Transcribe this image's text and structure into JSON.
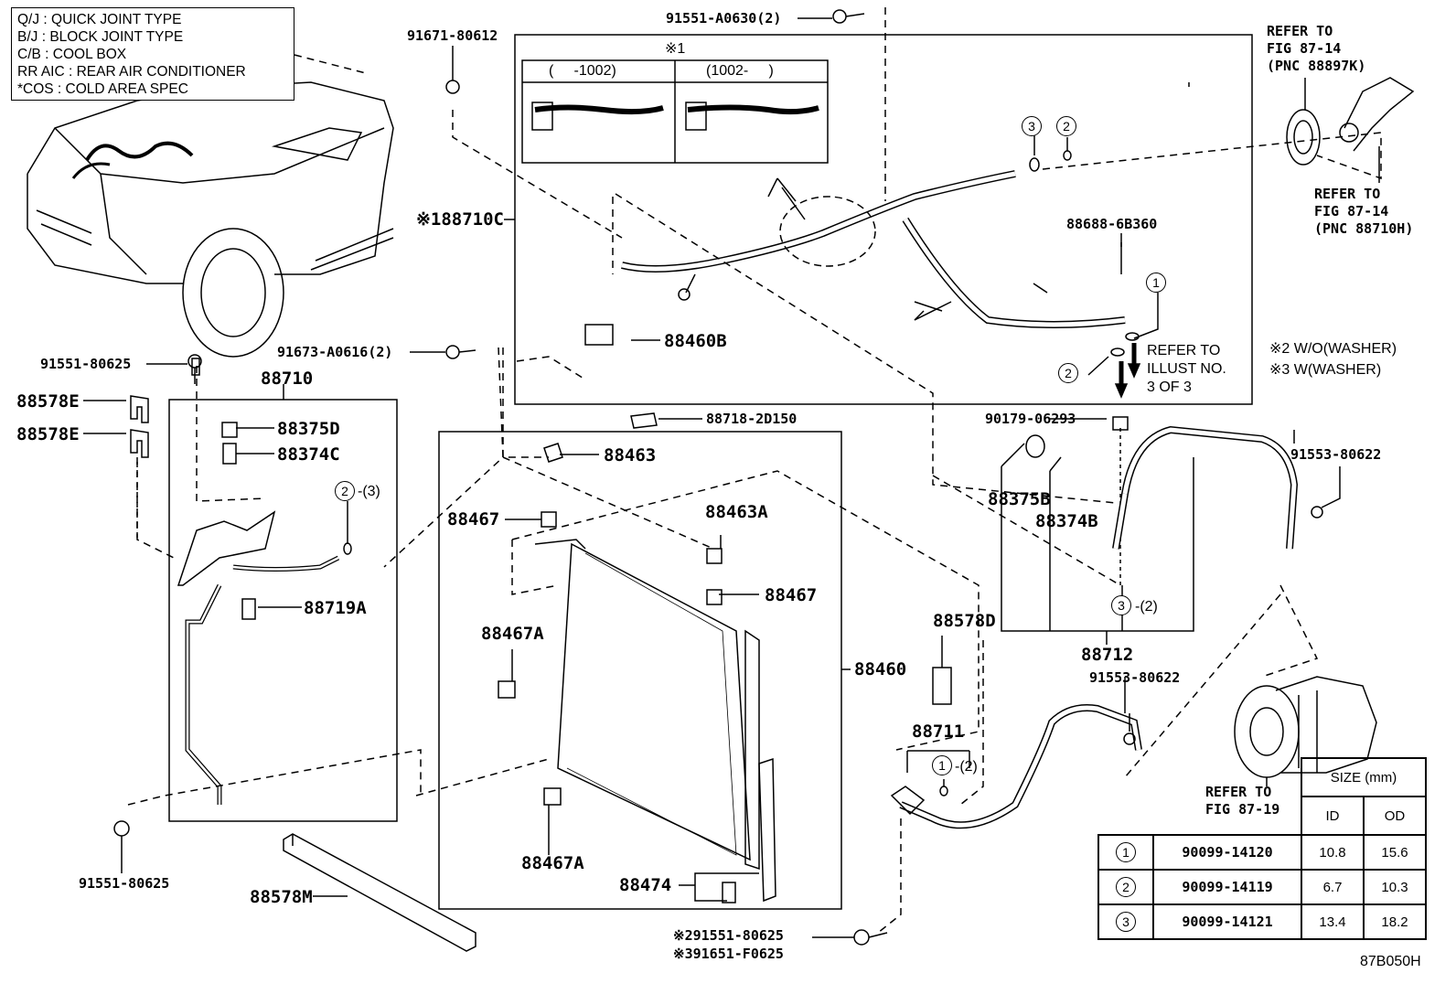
{
  "legend": {
    "lines": [
      "Q/J  :  QUICK JOINT TYPE",
      "B/J  :  BLOCK JOINT TYPE",
      "C/B  :  COOL BOX",
      "RR AIC  :  REAR AIR CONDITIONER",
      "*COS  :  COLD AREA SPEC"
    ]
  },
  "inset": {
    "note_mark": "※1",
    "col_left": "(     -1002)",
    "col_right": "(1002-     )"
  },
  "notes": {
    "note2": "※2 W/O(WASHER)",
    "note3": "※3 W(WASHER)",
    "refer_illust": [
      "REFER TO",
      "ILLUST NO.",
      "3 OF 3"
    ]
  },
  "references": {
    "ref_88897k": [
      "REFER TO",
      "FIG 87-14",
      "(PNC 88897K)"
    ],
    "ref_88710h": [
      "REFER TO",
      "FIG 87-14",
      "(PNC 88710H)"
    ],
    "ref_87_19": [
      "REFER TO",
      "FIG 87-19"
    ]
  },
  "parts": {
    "p91551_a0630": "91551-A0630(2)",
    "p91671_80612": "91671-80612",
    "p188710c": "※188710C",
    "p88460b": "88460B",
    "p88688_6b360": "88688-6B360",
    "p91551_80625_top": "91551-80625",
    "p91673_a0616": "91673-A0616(2)",
    "p88710": "88710",
    "p88578e_1": "88578E",
    "p88578e_2": "88578E",
    "p88375d": "88375D",
    "p88374c": "88374C",
    "p88719a": "88719A",
    "p88718_2d150": "88718-2D150",
    "p88463": "88463",
    "p88467_top": "88467",
    "p88463a": "88463A",
    "p88467_mid": "88467",
    "p88467a_top": "88467A",
    "p88467a_bot": "88467A",
    "p88460": "88460",
    "p88474": "88474",
    "p88578m": "88578M",
    "p91551_80625_bot": "91551-80625",
    "p291551_80625": "※291551-80625",
    "p391651_f0625": "※391651-F0625",
    "p90179_06293": "90179-06293",
    "p88375b": "88375B",
    "p88374b": "88374B",
    "p91553_80622_a": "91553-80622",
    "p88712": "88712",
    "p91553_80622_b": "91553-80622",
    "p88578d": "88578D",
    "p88711": "88711"
  },
  "callouts": {
    "c1": "1",
    "c2": "2",
    "c3": "3",
    "qty2": "-(2)",
    "qty3": "-(3)"
  },
  "size_table": {
    "header": "SIZE (mm)",
    "col_id": "ID",
    "col_od": "OD",
    "rows": [
      {
        "no": "1",
        "part": "90099-14120",
        "id": "10.8",
        "od": "15.6"
      },
      {
        "no": "2",
        "part": "90099-14119",
        "id": "6.7",
        "od": "10.3"
      },
      {
        "no": "3",
        "part": "90099-14121",
        "id": "13.4",
        "od": "18.2"
      }
    ]
  },
  "figure_code": "87B050H"
}
